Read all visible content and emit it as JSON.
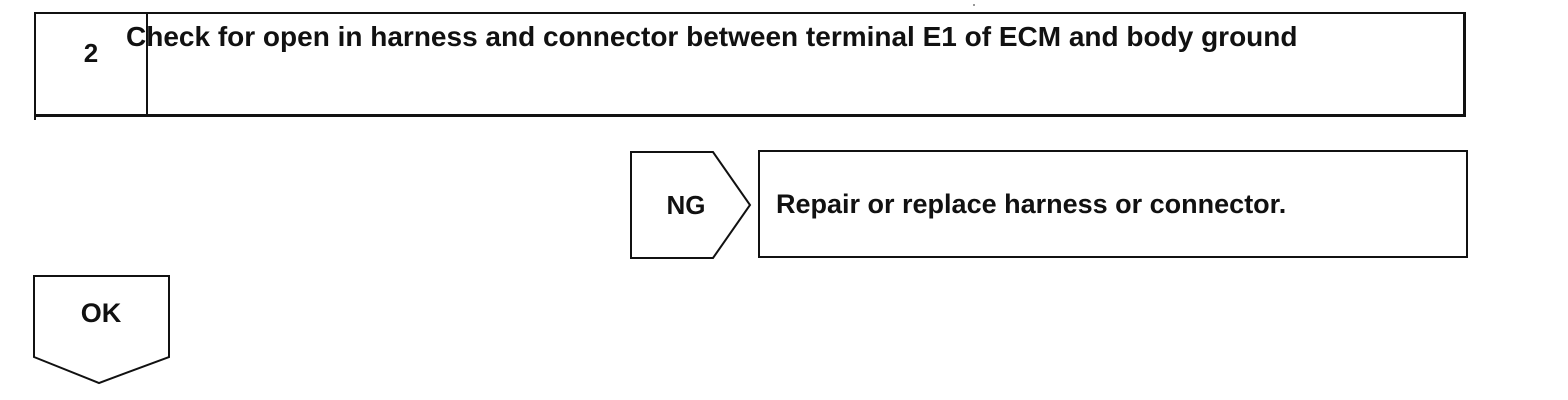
{
  "step": {
    "number": "2",
    "title": "Check for open in harness and connector between terminal E1 of ECM and body ground"
  },
  "ng_branch": {
    "label": "NG",
    "action": "Repair or replace harness or connector."
  },
  "ok_branch": {
    "label": "OK"
  }
}
